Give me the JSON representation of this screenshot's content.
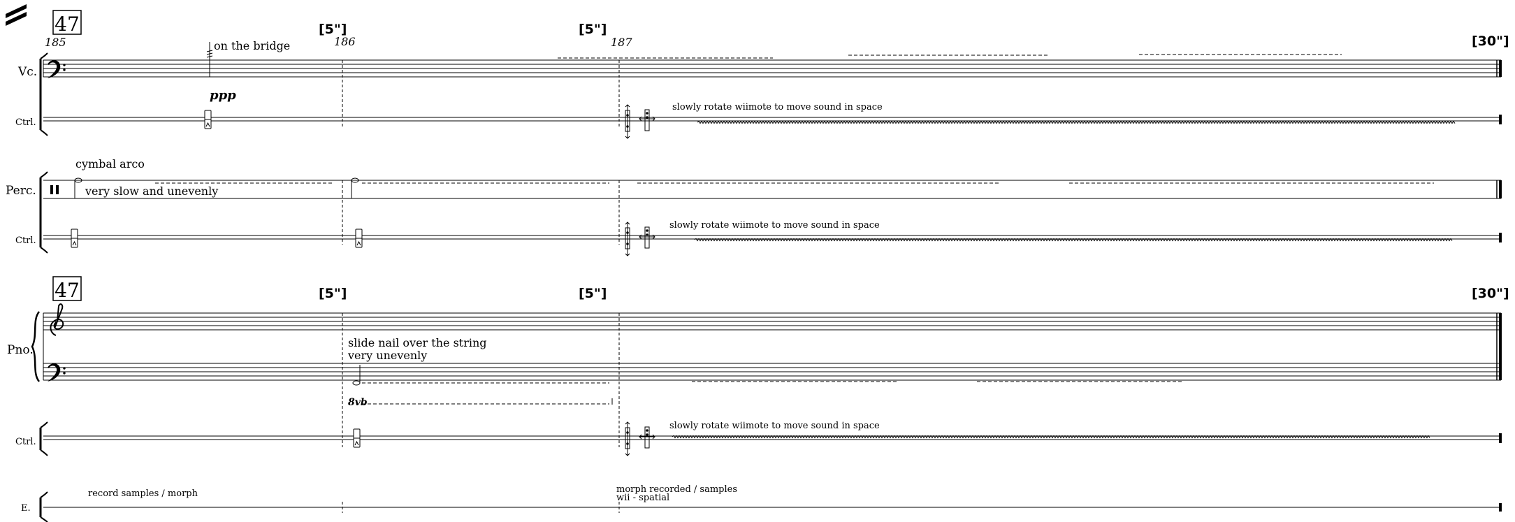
{
  "rehearsal_mark": "47",
  "measure_numbers": [
    "185",
    "186",
    "187"
  ],
  "durations": {
    "short": "[5\"]",
    "long": "[30\"]"
  },
  "instruments": {
    "cello": "Vc.",
    "control": "Ctrl.",
    "percussion": "Perc.",
    "piano": "Pno.",
    "electronics": "E."
  },
  "cello": {
    "technique": "on the bridge",
    "dynamic": "ppp"
  },
  "control": {
    "instruction": "slowly rotate wiimote to move sound in space"
  },
  "percussion": {
    "technique": "cymbal arco",
    "manner": "very slow and unevenly"
  },
  "piano": {
    "technique_line1": "slide nail over the string",
    "technique_line2": "very unevenly",
    "octave": "8vb"
  },
  "electronics": {
    "cue1": "record samples / morph",
    "cue2_line1": "morph recorded / samples",
    "cue2_line2": "wii - spatial"
  }
}
